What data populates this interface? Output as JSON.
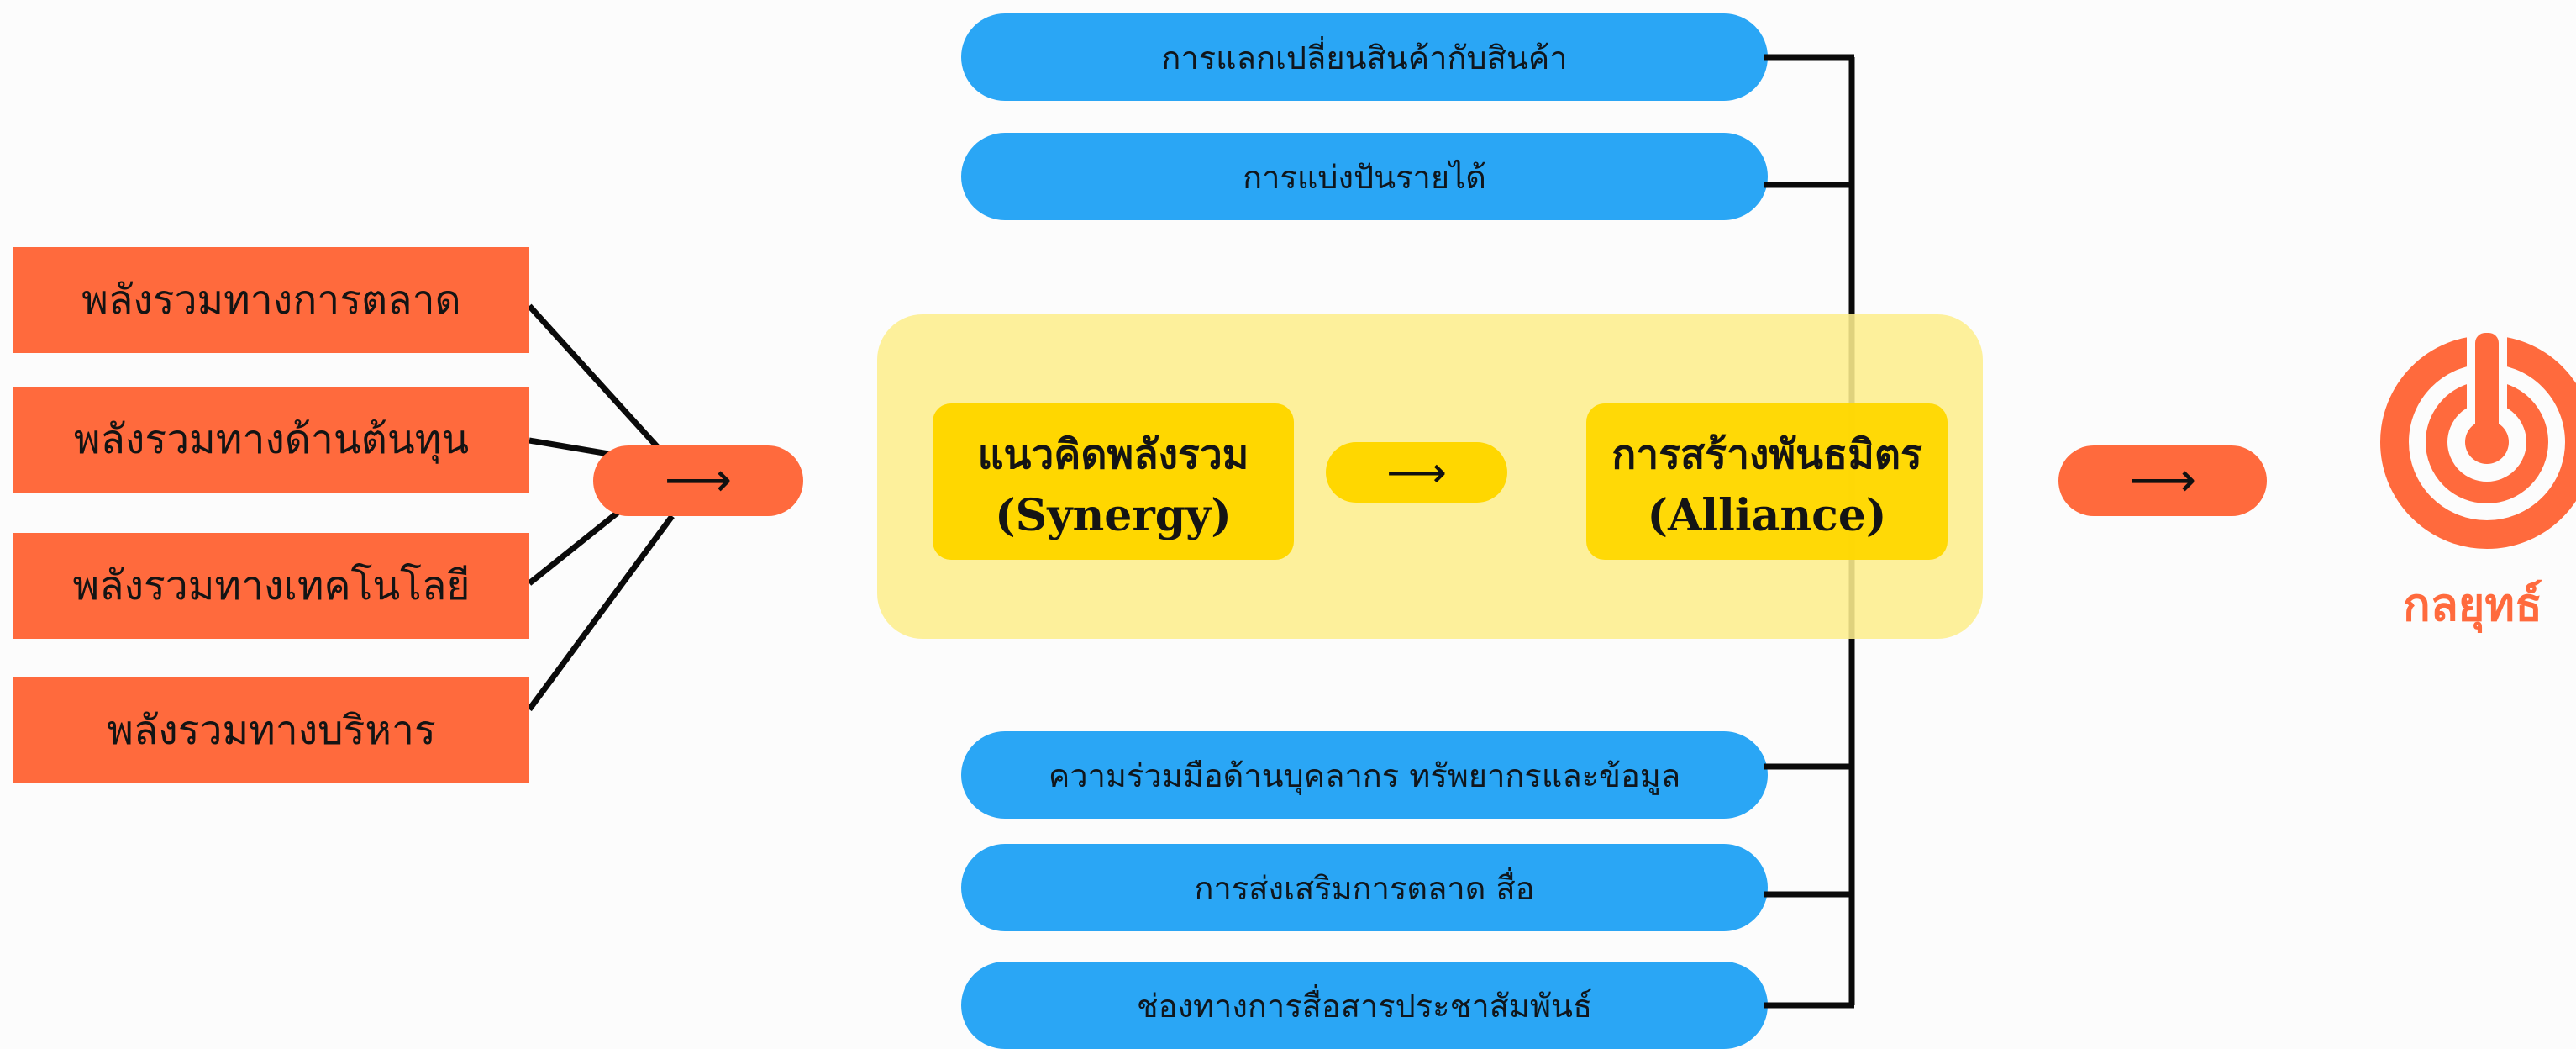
{
  "synergy_types": [
    "พลังรวมทางการตลาด",
    "พลังรวมทางด้านต้นทุน",
    "พลังรวมทางเทคโนโลยี",
    "พลังรวมทางบริหาร"
  ],
  "concept_synergy": {
    "th": "แนวคิดพลังรวม",
    "en": "(Synergy)"
  },
  "concept_alliance": {
    "th": "การสร้างพันธมิตร",
    "en": "(Alliance)"
  },
  "arrow_glyph": "⟶",
  "alliance_forms_top": [
    "การแลกเปลี่ยนสินค้ากับสินค้า",
    "การแบ่งปันรายได้"
  ],
  "alliance_forms_bottom": [
    "ความร่วมมือด้านบุคลากร ทรัพยากรและข้อมูล",
    "การส่งเสริมการตลาด สื่อ",
    "ช่องทางการสื่อสารประชาสัมพันธ์"
  ],
  "result": {
    "label": "กลยุทธ์",
    "icon": "target-icon"
  },
  "colors": {
    "orange": "#ff6a3d",
    "blue": "#2aa6f5",
    "yellow": "#ffd700",
    "yellow_panel": "#fdee8d",
    "line": "#0a0a0a"
  }
}
